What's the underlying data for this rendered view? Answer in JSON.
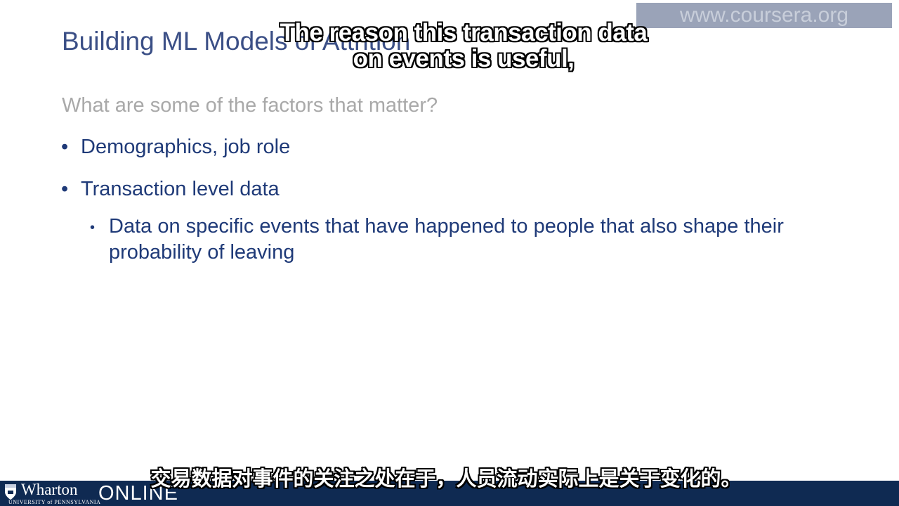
{
  "slide": {
    "title": "Building ML Models of Attrition",
    "subheading": "What are some of the factors that matter?",
    "bullets": [
      "Demographics, job role",
      "Transaction level data"
    ],
    "sub_bullet": "Data on specific events that have happened to people that also shape their probability of leaving",
    "bullet_glyph": "•"
  },
  "watermark": {
    "text": "www.coursera.org"
  },
  "captions": {
    "english": "The reason this transaction data on events is useful,",
    "chinese": "交易数据对事件的关注之处在于，人员流动实际上是关于变化的。"
  },
  "footer": {
    "logo_word": "Wharton",
    "logo_sub": "UNIVERSITY of PENNSYLVANIA",
    "logo_online": "ONLINE",
    "logo_icon": "penn-shield-icon",
    "bar_color": "#0f2a52"
  }
}
